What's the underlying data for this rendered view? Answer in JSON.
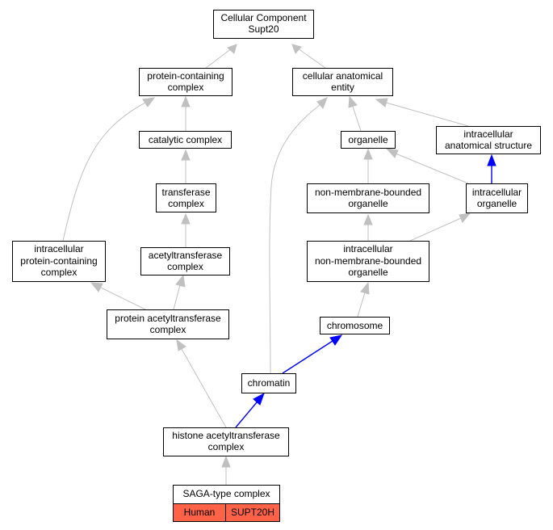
{
  "colors": {
    "is_a_edge": "#c0c0c0",
    "part_of_edge": "#0000ff",
    "species_fill": "#ff6347"
  },
  "nodes": {
    "root": [
      "Cellular Component",
      "Supt20"
    ],
    "protein_containing_complex": [
      "protein-containing",
      "complex"
    ],
    "cellular_anatomical_entity": [
      "cellular anatomical",
      "entity"
    ],
    "catalytic_complex": [
      "catalytic complex"
    ],
    "intracellular_anatomical_structure": [
      "intracellular",
      "anatomical structure"
    ],
    "organelle": [
      "organelle"
    ],
    "transferase_complex": [
      "transferase",
      "complex"
    ],
    "non_membrane_bounded_organelle": [
      "non-membrane-bounded",
      "organelle"
    ],
    "intracellular_organelle": [
      "intracellular",
      "organelle"
    ],
    "intracellular_protein_containing_complex": [
      "intracellular",
      "protein-containing",
      "complex"
    ],
    "acetyltransferase_complex": [
      "acetyltransferase",
      "complex"
    ],
    "intracellular_non_membrane_bounded_organelle": [
      "intracellular",
      "non-membrane-bounded",
      "organelle"
    ],
    "protein_acetyltransferase_complex": [
      "protein acetyltransferase",
      "complex"
    ],
    "chromosome": [
      "chromosome"
    ],
    "chromatin": [
      "chromatin"
    ],
    "histone_acetyltransferase_complex": [
      "histone acetyltransferase",
      "complex"
    ],
    "saga_type_complex": [
      "SAGA-type complex"
    ]
  },
  "annotation": {
    "species": "Human",
    "gene": "SUPT20H"
  }
}
